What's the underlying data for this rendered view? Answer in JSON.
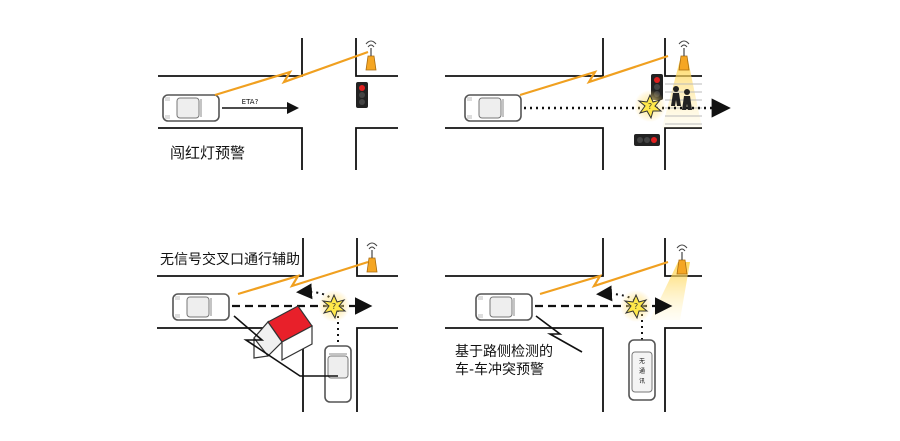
{
  "panels": [
    {
      "label": "闯红灯预警",
      "eta_label": "ETA?"
    },
    {
      "label": ""
    },
    {
      "label": "无信号交叉口通行辅助"
    },
    {
      "label_line1": "基于路侧检测的",
      "label_line2": "车-车冲突预警",
      "car_tag": [
        "无",
        "通",
        "讯"
      ]
    }
  ],
  "colors": {
    "road_line": "#111111",
    "signal_wave": "#f0a020",
    "rsu": "#f5a623",
    "red_light": "#e02020",
    "house_roof": "#e8202a",
    "collision": "#ffe84a"
  },
  "icons": [
    "car-icon",
    "rsu-antenna-icon",
    "traffic-light-icon",
    "pedestrian-icon",
    "collision-star-icon",
    "house-icon",
    "lightning-signal-icon"
  ]
}
